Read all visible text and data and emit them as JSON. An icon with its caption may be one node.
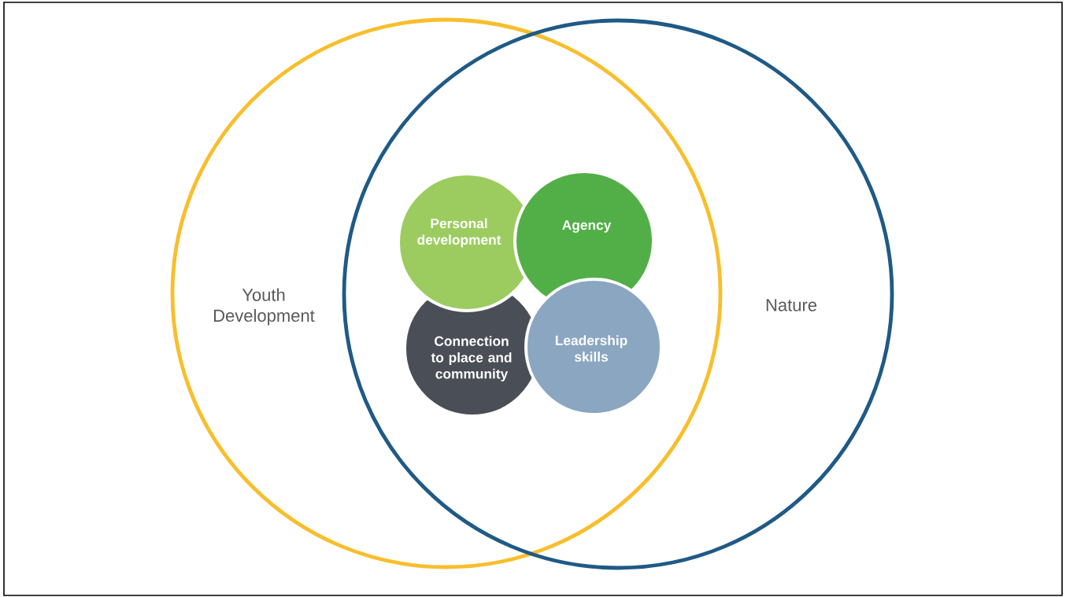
{
  "diagram": {
    "nodes": [
      {
        "text": [
          "Youth Development"
        ]
      },
      {
        "text": [
          "Nature"
        ]
      },
      {
        "text": [
          "Personal development"
        ]
      },
      {
        "text": [
          "Agency"
        ]
      },
      {
        "text": [
          "Connection to place and community"
        ]
      },
      {
        "text": [
          "Leadership skills"
        ]
      }
    ]
  }
}
